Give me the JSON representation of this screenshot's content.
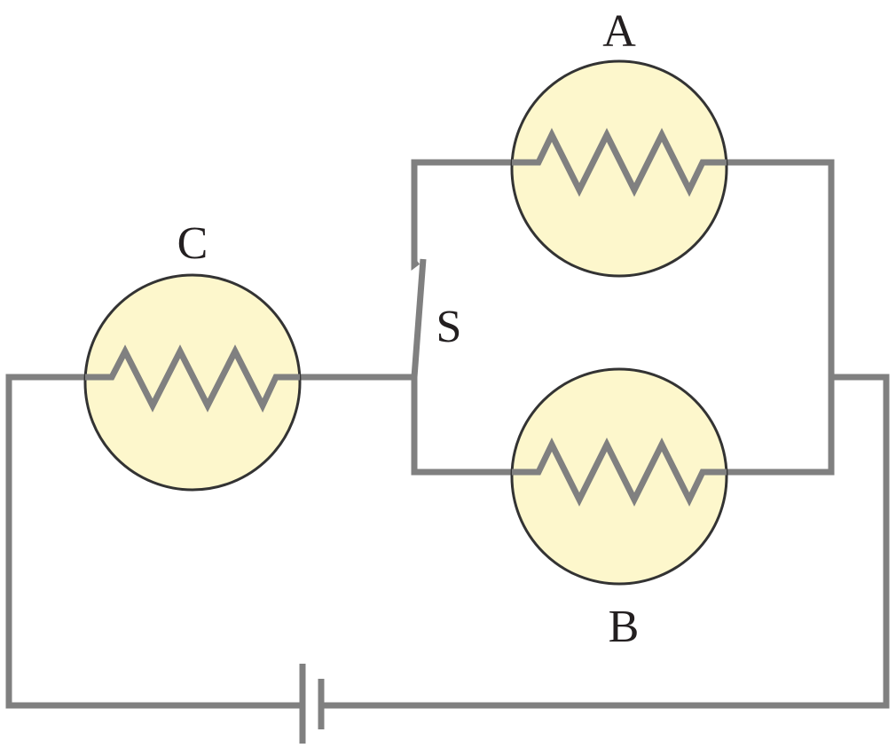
{
  "labels": {
    "bulb_a": "A",
    "bulb_b": "B",
    "bulb_c": "C",
    "switch": "S"
  },
  "colors": {
    "wire": "#808080",
    "bulb_fill": "#fdf7cc",
    "bulb_outline": "#333333",
    "label": "#231f20"
  },
  "components": {
    "bulbs": [
      "A",
      "B",
      "C"
    ],
    "switch": "S",
    "battery": "single cell"
  }
}
